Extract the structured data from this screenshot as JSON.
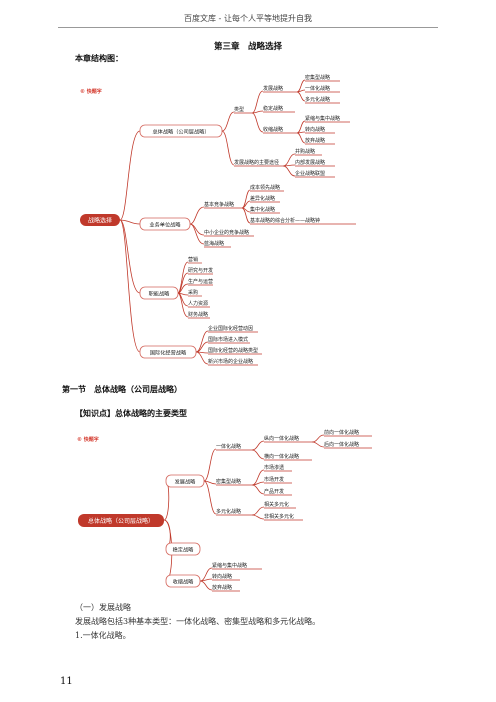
{
  "header": {
    "text": "百度文库 - 让每个人平等地提升自我"
  },
  "chapter_title": "第三章　战略选择",
  "structure_label": "本章结构图：",
  "section_title": "第一节　总体战略（公司层战略）",
  "knowledge_point": "【知识点】总体战略的主要类型",
  "body": {
    "p1": "（一）发展战略",
    "p2": "发展战略包括3种基本类型：一体化战略、密集型战略和多元化战略。",
    "p3": "1.一体化战略。"
  },
  "page_number": "11",
  "mindmap1": {
    "logo": "© 快题字",
    "root": "战略选择",
    "b1": "总体战略（公司层战略）",
    "b1_type": "类型",
    "dev": "发展战略",
    "dev_items": [
      "密集型战略",
      "一体化战略",
      "多元化战略"
    ],
    "stable": "稳定战略",
    "shrink": "收缩战略",
    "shrink_items": [
      "紧缩与集中战略",
      "转向战略",
      "放弃战略"
    ],
    "paths": "发展战略的主要途径",
    "paths_items": [
      "并购战略",
      "内部发展战略",
      "企业战略联盟"
    ],
    "b2": "业务单位战略",
    "basic": "基本竞争战略",
    "basic_items": [
      "成本领先战略",
      "差异化战略",
      "集中化战略"
    ],
    "analysis": "基本战略的综合分析——战略钟",
    "sme": "中小企业的竞争战略",
    "blue": "蓝海战略",
    "b3": "职能战略",
    "func_items": [
      "营销",
      "研究与开发",
      "生产与运营",
      "采购",
      "人力资源",
      "财务战略"
    ],
    "b4": "国际化经营战略",
    "intl_items": [
      "企业国际化经营动因",
      "国际市场进入模式",
      "国际化经营的战略类型",
      "新兴市场的企业战略"
    ]
  },
  "mindmap2": {
    "logo": "© 快题字",
    "root": "总体战略（公司层战略）",
    "dev": "发展战略",
    "integ": "一体化战略",
    "vert": "纵向一体化战略",
    "vert_items": [
      "前向一体化战略",
      "后向一体化战略"
    ],
    "horiz": "横向一体化战略",
    "intens": "密集型战略",
    "intens_items": [
      "市场渗透",
      "市场开发",
      "产品开发"
    ],
    "diver": "多元化战略",
    "diver_items": [
      "相关多元化",
      "非相关多元化"
    ],
    "stable": "稳定战略",
    "shrink": "收缩战略",
    "shrink_items": [
      "紧缩与集中战略",
      "转向战略",
      "放弃战略"
    ]
  },
  "colors": {
    "accent": "#c0392b",
    "root_fill": "#c0392b",
    "box_stroke": "#d4665c"
  }
}
